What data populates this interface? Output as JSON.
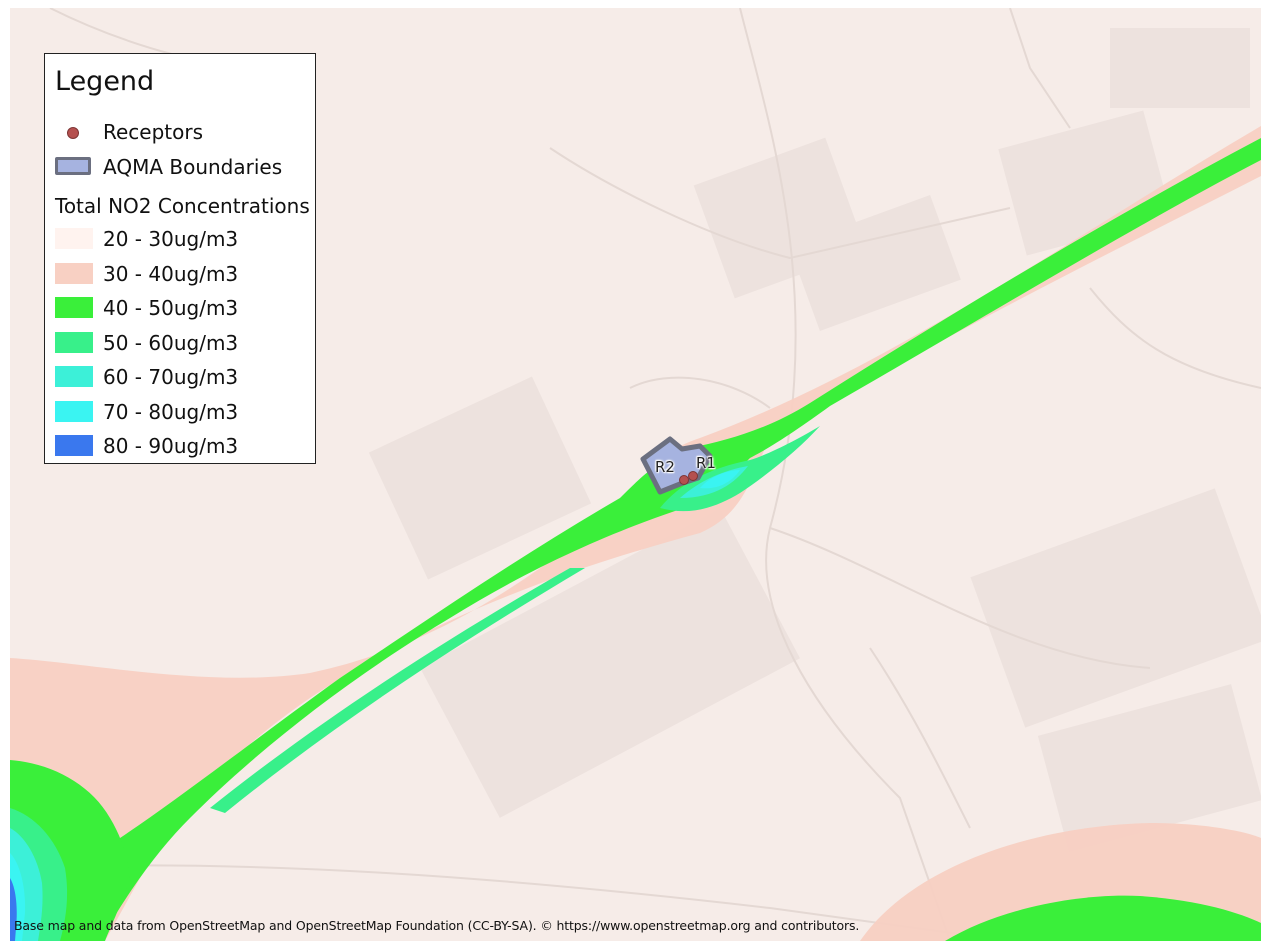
{
  "legend": {
    "title": "Legend",
    "receptors_label": "Receptors",
    "aqma_label": "AQMA Boundaries",
    "group_title": "Total NO2 Concentrations",
    "classes": [
      {
        "label": "20 - 30ug/m3",
        "color": "#fff3ef"
      },
      {
        "label": "30 - 40ug/m3",
        "color": "#f8d0c3"
      },
      {
        "label": "40 - 50ug/m3",
        "color": "#3aef3a"
      },
      {
        "label": "50 - 60ug/m3",
        "color": "#38f08a"
      },
      {
        "label": "60 - 70ug/m3",
        "color": "#3cf0d8"
      },
      {
        "label": "70 - 80ug/m3",
        "color": "#3af4f2"
      },
      {
        "label": "80 - 90ug/m3",
        "color": "#3a78ee"
      }
    ]
  },
  "receptors": [
    {
      "label": "R2"
    },
    {
      "label": "R1"
    }
  ],
  "colors": {
    "basemap": "#f6ece8",
    "receptor": "#b5504f",
    "aqma_fill": "#a6b3e0",
    "aqma_outline": "#6b6f80"
  },
  "attribution": "Base map and data from OpenStreetMap and OpenStreetMap Foundation (CC-BY-SA). © https://www.openstreetmap.org and contributors."
}
